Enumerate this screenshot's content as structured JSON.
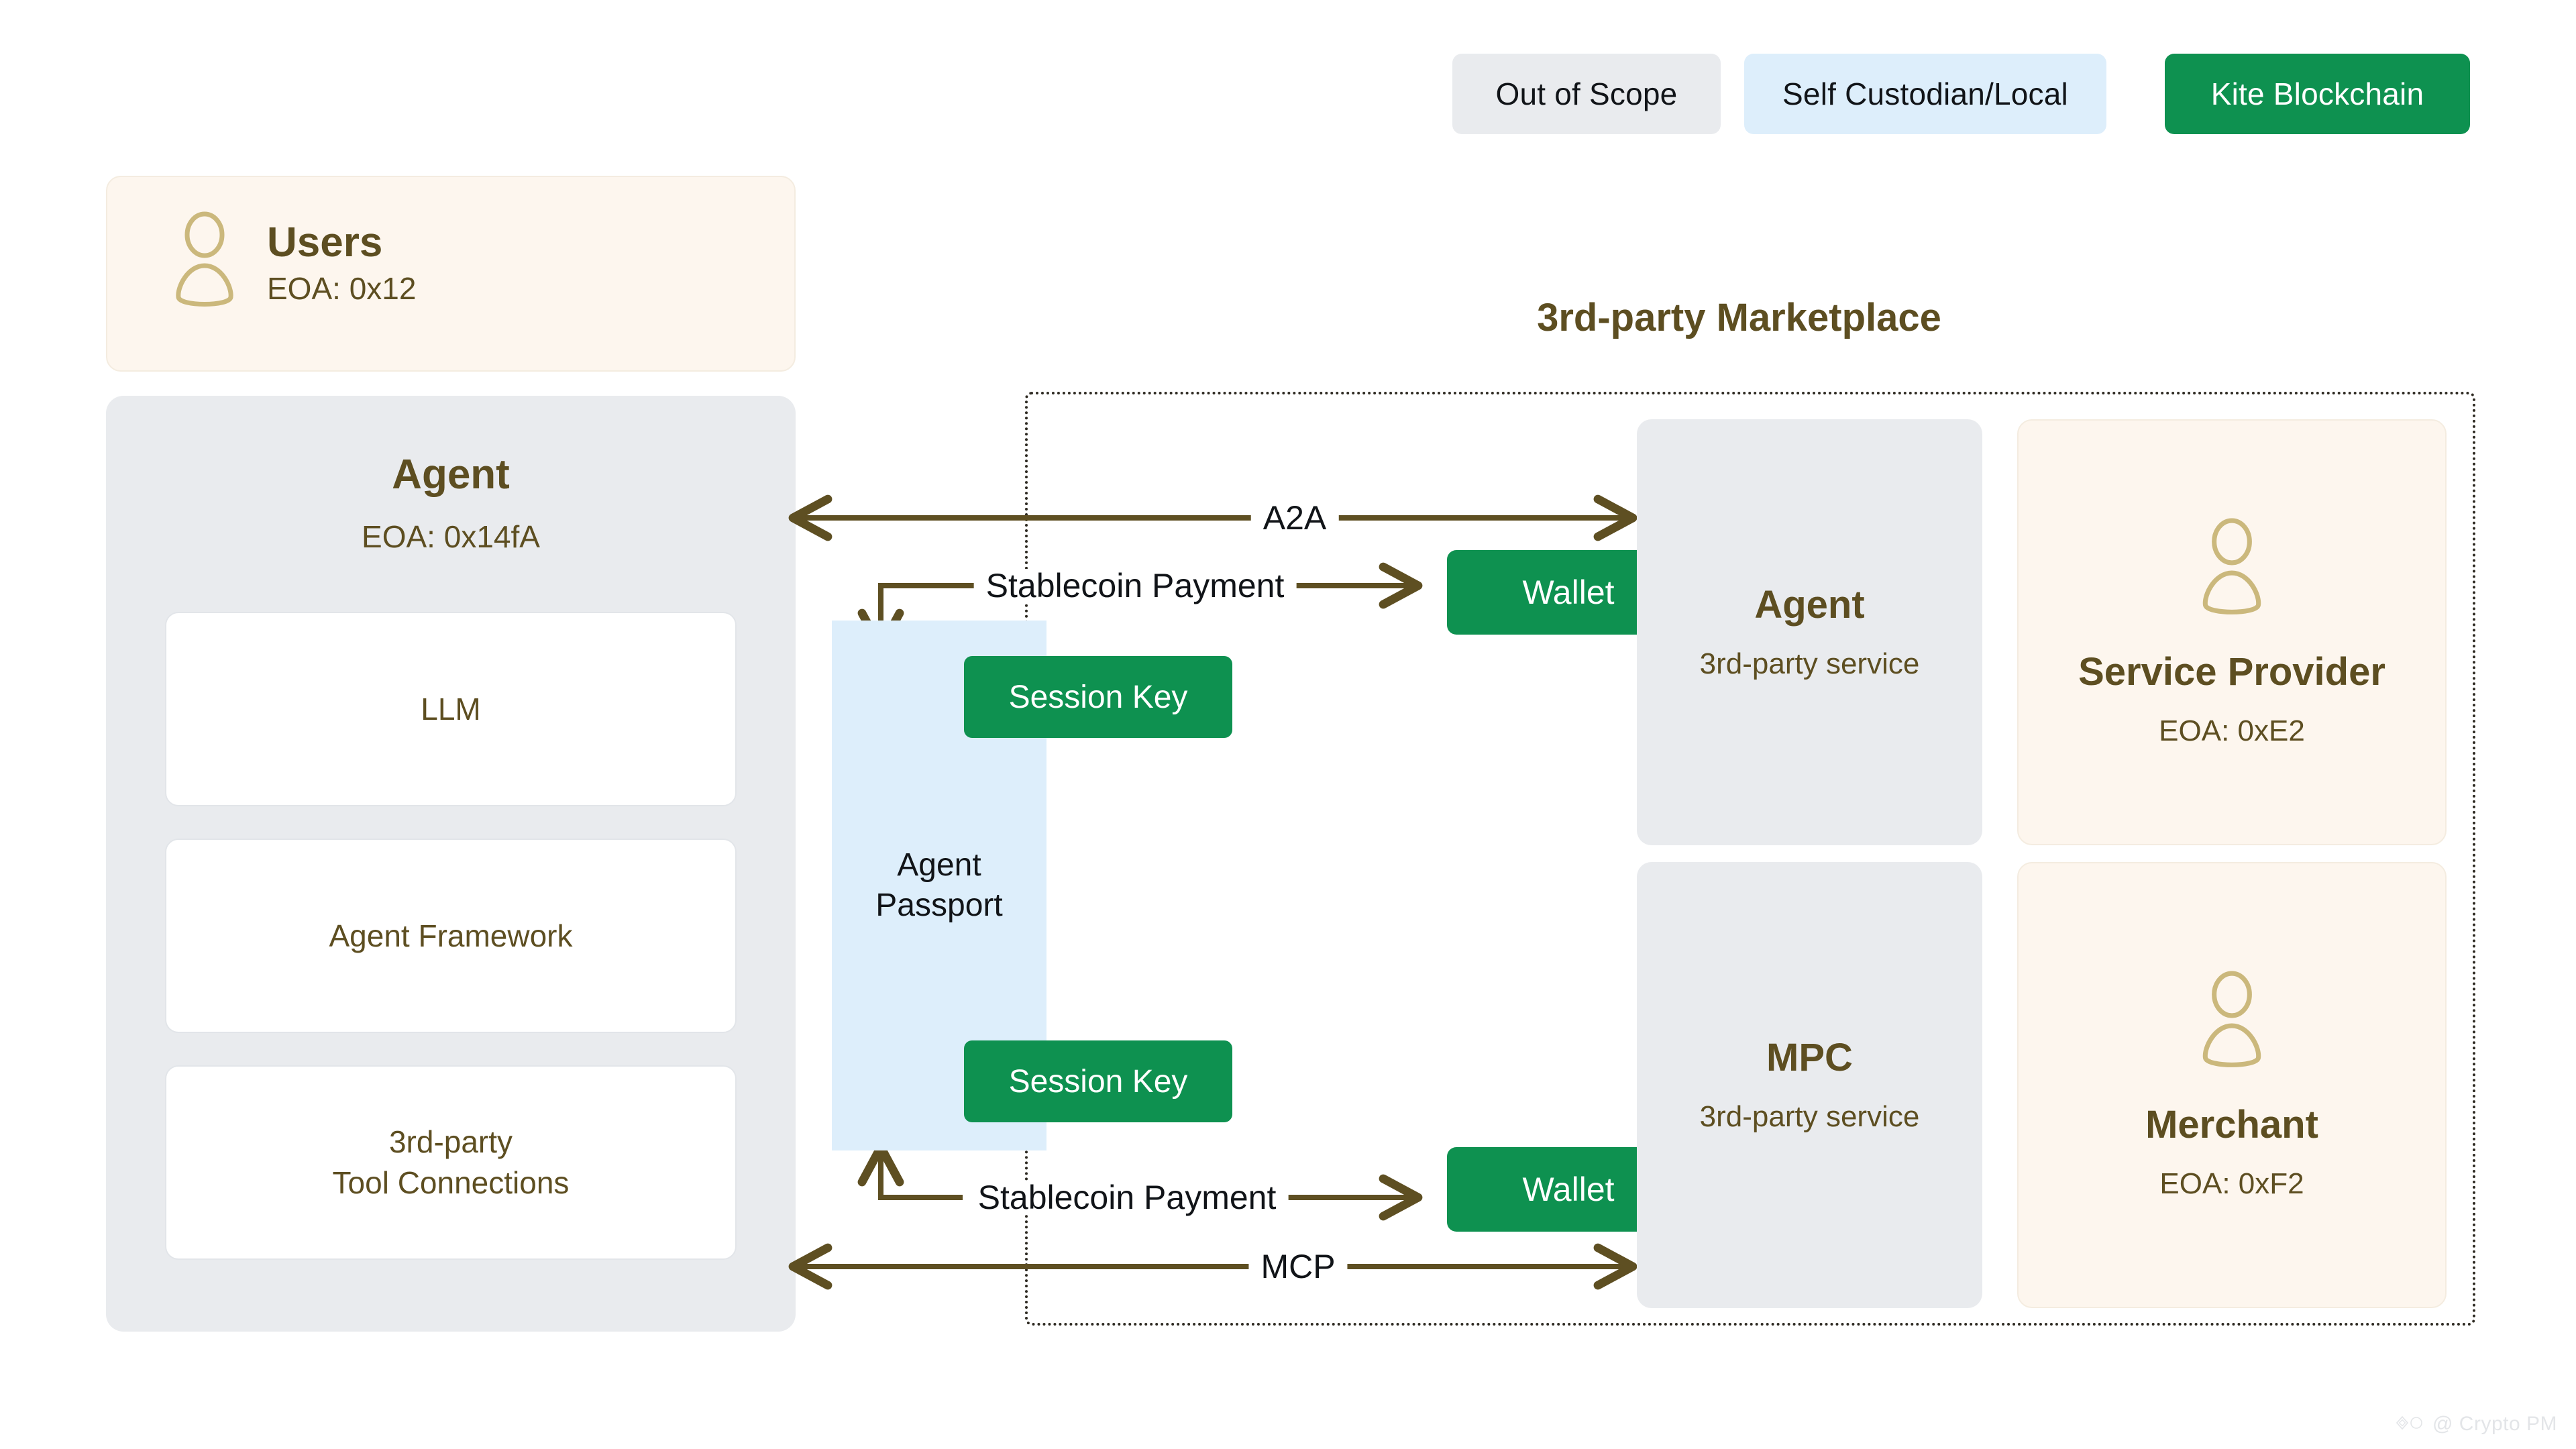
{
  "legend": {
    "items": [
      {
        "label": "Out of Scope",
        "color": "#e9ebee",
        "text_color": "#111418",
        "name": "legend-out-of-scope"
      },
      {
        "label": "Self Custodian/Local",
        "color": "#ddeefb",
        "text_color": "#111418",
        "name": "legend-self-custodian-local"
      },
      {
        "label": "Kite Blockchain",
        "color": "#0e9150",
        "text_color": "#ffffff",
        "name": "legend-kite-blockchain"
      }
    ]
  },
  "users_card": {
    "title": "Users",
    "subtitle": "EOA: 0x12",
    "icon": "person-icon"
  },
  "agent_panel": {
    "title": "Agent",
    "subtitle": "EOA: 0x14fA",
    "modules": [
      {
        "label": "LLM"
      },
      {
        "label": "Agent Framework"
      },
      {
        "label": "3rd-party\nTool Connections"
      }
    ]
  },
  "passport": {
    "label": "Agent\nPassport"
  },
  "session_keys": [
    {
      "label": "Session Key"
    },
    {
      "label": "Session Key"
    }
  ],
  "wallets": [
    {
      "label": "Wallet"
    },
    {
      "label": "Wallet"
    }
  ],
  "marketplace": {
    "title": "3rd-party Marketplace",
    "cards": [
      {
        "title": "Agent",
        "subtitle": "3rd-party service",
        "icon": "",
        "style": "grey"
      },
      {
        "title": "Service Provider",
        "subtitle": "EOA: 0xE2",
        "icon": "person-icon",
        "style": "cream"
      },
      {
        "title": "MPC",
        "subtitle": "3rd-party service",
        "icon": "",
        "style": "grey"
      },
      {
        "title": "Merchant",
        "subtitle": "EOA: 0xF2",
        "icon": "person-icon",
        "style": "cream"
      }
    ]
  },
  "connectors": [
    {
      "label": "A2A",
      "direction": "bidirectional"
    },
    {
      "label": "Stablecoin Payment",
      "direction": "to-wallet-down"
    },
    {
      "label": "Stablecoin Payment",
      "direction": "to-wallet-up"
    },
    {
      "label": "MCP",
      "direction": "bidirectional"
    }
  ],
  "watermark": {
    "text": "@ Crypto PM"
  },
  "colors": {
    "brand_green": "#0e9150",
    "cream": "#fdf6ee",
    "grey": "#e9ebee",
    "light_blue": "#ddeefb",
    "text_brown": "#5d4e21",
    "wire": "#5e4f22"
  }
}
